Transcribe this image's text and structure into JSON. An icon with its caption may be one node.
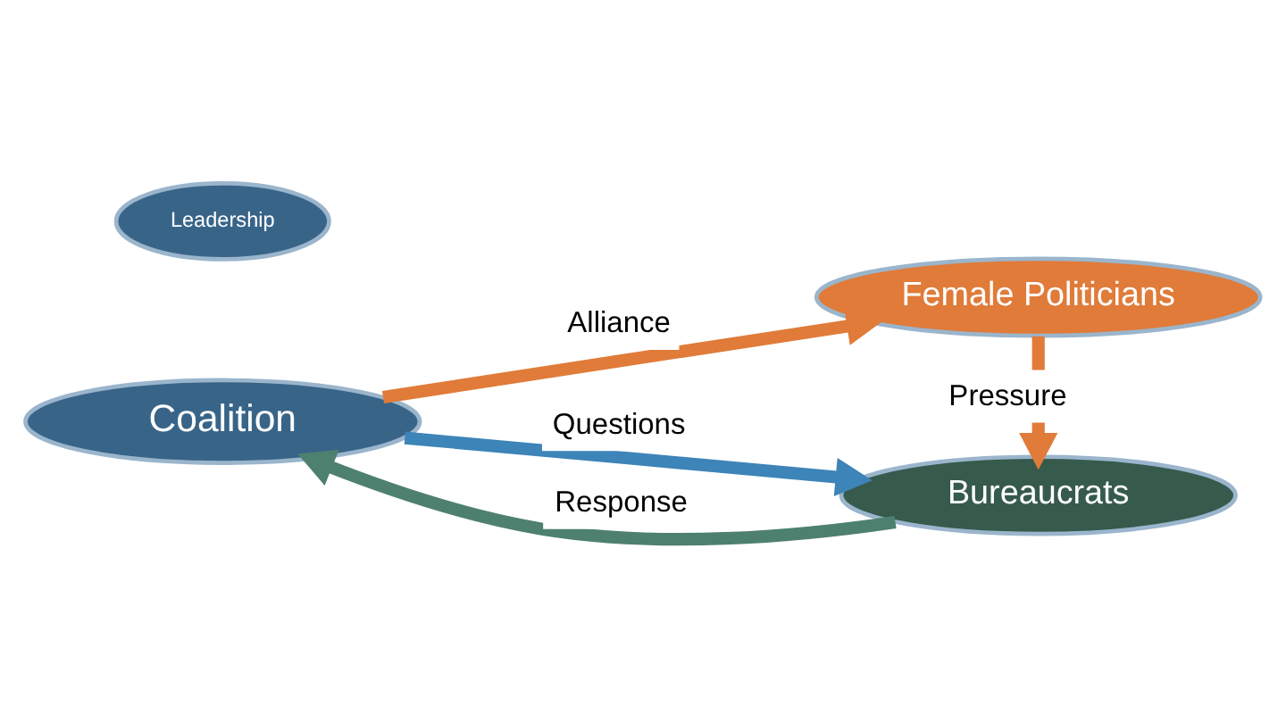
{
  "diagram": {
    "nodes": [
      {
        "text": [
          "Leadership"
        ]
      },
      {
        "text": [
          "Coalition"
        ]
      },
      {
        "text": [
          "Female Politicians"
        ]
      },
      {
        "text": [
          "Bureaucrats"
        ]
      }
    ],
    "edges": [
      {
        "from": 1,
        "to": 2,
        "arrow": "to",
        "label": "Alliance",
        "color": "#e07b39"
      },
      {
        "from": 2,
        "to": 3,
        "arrow": "to",
        "label": "Pressure",
        "color": "#e07b39"
      },
      {
        "from": 1,
        "to": 3,
        "arrow": "to",
        "label": "Questions",
        "color": "#3d84b8"
      },
      {
        "from": 3,
        "to": 1,
        "arrow": "to",
        "label": "Response",
        "color": "#4e8070"
      }
    ]
  }
}
